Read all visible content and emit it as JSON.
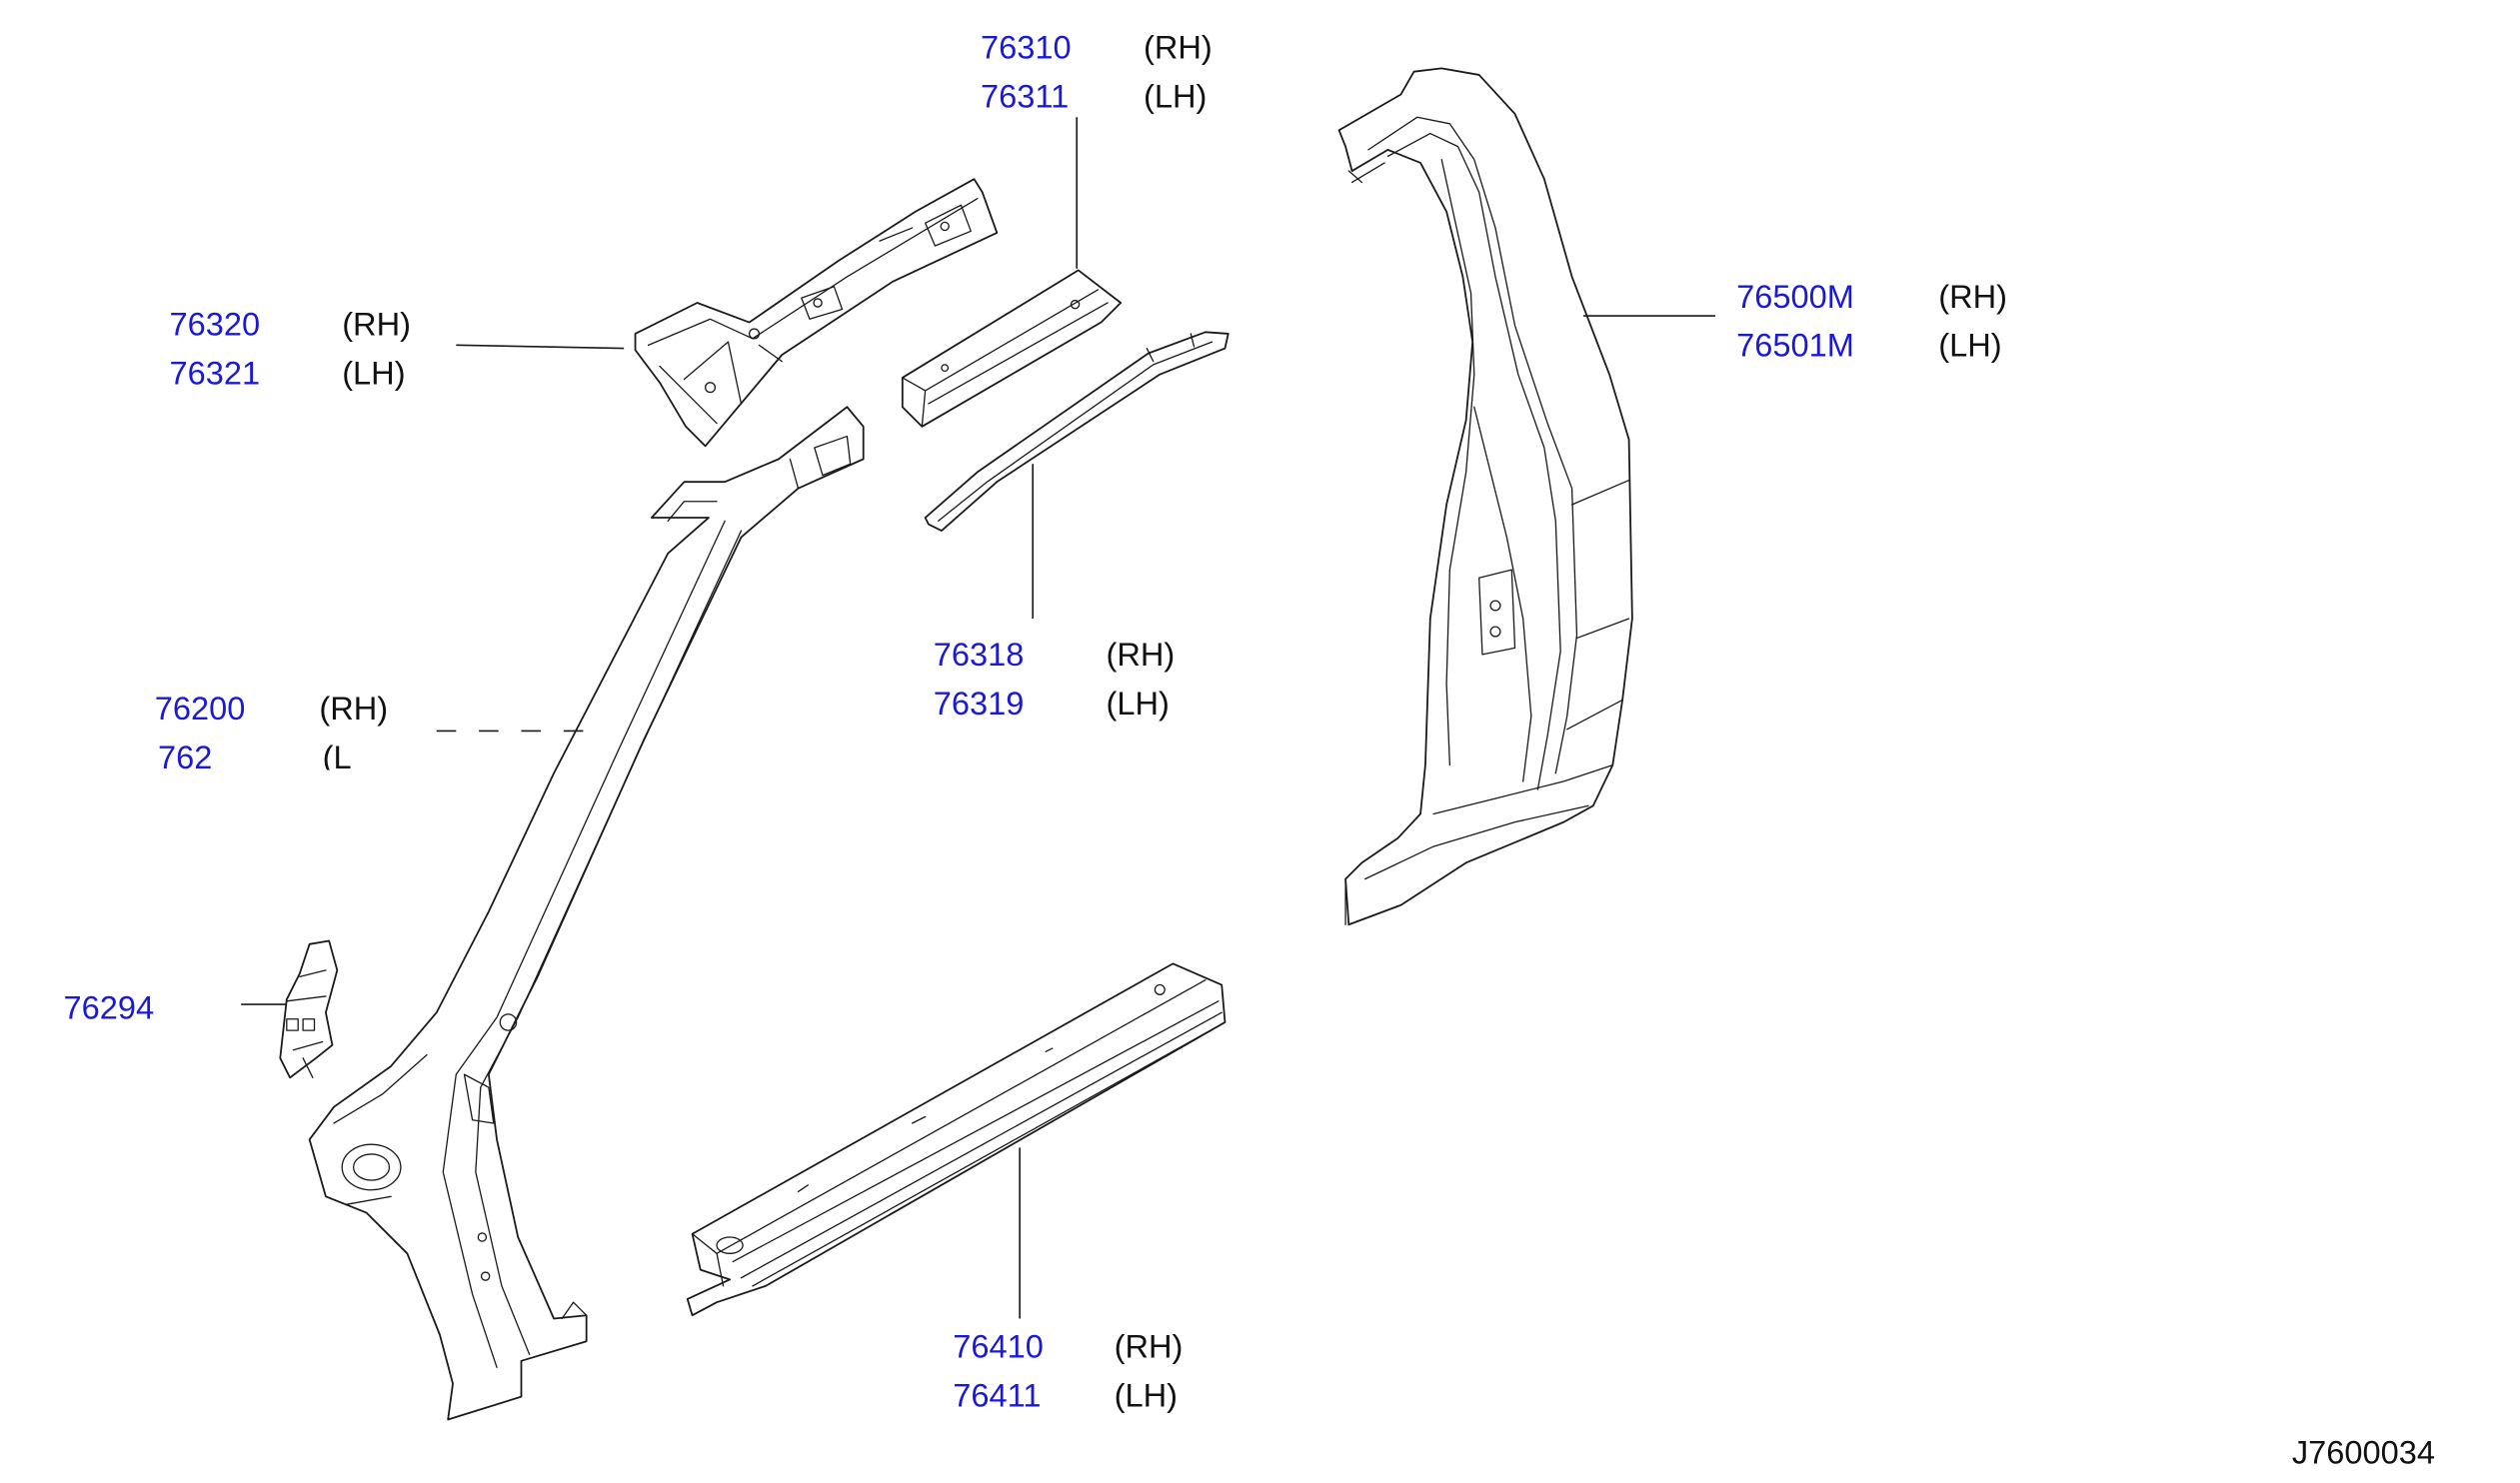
{
  "callouts": {
    "roof_rail": {
      "line1": {
        "part": "76310",
        "side": "(RH)"
      },
      "line2": {
        "part": "76311",
        "side": "(LH)"
      }
    },
    "upper_bracket": {
      "line1": {
        "part": "76320",
        "side": "(RH)"
      },
      "line2": {
        "part": "76321",
        "side": "(LH)"
      }
    },
    "center_pillar": {
      "line1": {
        "part": "76500M",
        "side": "(RH)"
      },
      "line2": {
        "part": "76501M",
        "side": "(LH)"
      }
    },
    "roof_rail_inner": {
      "line1": {
        "part": "76318",
        "side": "(RH)"
      },
      "line2": {
        "part": "76319",
        "side": "(LH)"
      }
    },
    "front_pillar": {
      "line1": {
        "part": "76200",
        "side": "(RH)"
      },
      "line2": {
        "part": "762",
        "side": "(L"
      }
    },
    "small_bracket": {
      "line1": {
        "part": "76294"
      }
    },
    "sill": {
      "line1": {
        "part": "76410",
        "side": "(RH)"
      },
      "line2": {
        "part": "76411",
        "side": "(LH)"
      }
    }
  },
  "drawing_code": "J7600034"
}
